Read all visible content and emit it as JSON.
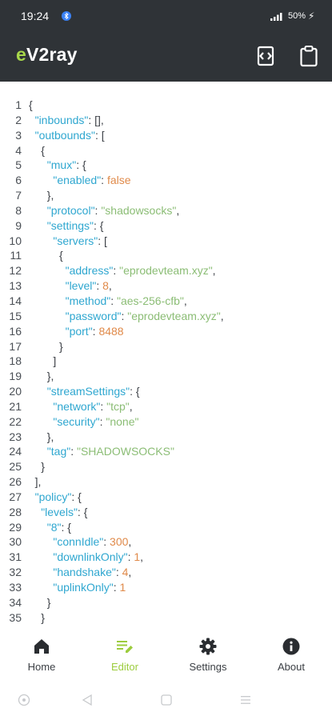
{
  "status": {
    "time": "19:24",
    "battery": "50%"
  },
  "app": {
    "title_accent": "e",
    "title_rest": "V2ray"
  },
  "editor": {
    "lines": [
      {
        "n": "1",
        "i": 0,
        "t": [
          [
            "p",
            "{"
          ]
        ]
      },
      {
        "n": "2",
        "i": 1,
        "t": [
          [
            "k",
            "\"inbounds\""
          ],
          [
            "p",
            ": [],"
          ]
        ]
      },
      {
        "n": "3",
        "i": 1,
        "t": [
          [
            "k",
            "\"outbounds\""
          ],
          [
            "p",
            ": ["
          ]
        ]
      },
      {
        "n": "4",
        "i": 2,
        "t": [
          [
            "p",
            "{"
          ]
        ]
      },
      {
        "n": "5",
        "i": 3,
        "t": [
          [
            "k",
            "\"mux\""
          ],
          [
            "p",
            ": {"
          ]
        ]
      },
      {
        "n": "6",
        "i": 4,
        "t": [
          [
            "k",
            "\"enabled\""
          ],
          [
            "p",
            ": "
          ],
          [
            "b",
            "false"
          ]
        ]
      },
      {
        "n": "7",
        "i": 3,
        "t": [
          [
            "p",
            "},"
          ]
        ]
      },
      {
        "n": "8",
        "i": 3,
        "t": [
          [
            "k",
            "\"protocol\""
          ],
          [
            "p",
            ": "
          ],
          [
            "s",
            "\"shadowsocks\""
          ],
          [
            "p",
            ","
          ]
        ]
      },
      {
        "n": "9",
        "i": 3,
        "t": [
          [
            "k",
            "\"settings\""
          ],
          [
            "p",
            ": {"
          ]
        ]
      },
      {
        "n": "10",
        "i": 4,
        "t": [
          [
            "k",
            "\"servers\""
          ],
          [
            "p",
            ": ["
          ]
        ]
      },
      {
        "n": "11",
        "i": 5,
        "t": [
          [
            "p",
            "{"
          ]
        ]
      },
      {
        "n": "12",
        "i": 6,
        "t": [
          [
            "k",
            "\"address\""
          ],
          [
            "p",
            ": "
          ],
          [
            "s",
            "\"eprodevteam.xyz\""
          ],
          [
            "p",
            ","
          ]
        ]
      },
      {
        "n": "13",
        "i": 6,
        "t": [
          [
            "k",
            "\"level\""
          ],
          [
            "p",
            ": "
          ],
          [
            "n",
            "8"
          ],
          [
            "p",
            ","
          ]
        ]
      },
      {
        "n": "14",
        "i": 6,
        "t": [
          [
            "k",
            "\"method\""
          ],
          [
            "p",
            ": "
          ],
          [
            "s",
            "\"aes-256-cfb\""
          ],
          [
            "p",
            ","
          ]
        ]
      },
      {
        "n": "15",
        "i": 6,
        "t": [
          [
            "k",
            "\"password\""
          ],
          [
            "p",
            ": "
          ],
          [
            "s",
            "\"eprodevteam.xyz\""
          ],
          [
            "p",
            ","
          ]
        ]
      },
      {
        "n": "16",
        "i": 6,
        "t": [
          [
            "k",
            "\"port\""
          ],
          [
            "p",
            ": "
          ],
          [
            "n",
            "8488"
          ]
        ]
      },
      {
        "n": "17",
        "i": 5,
        "t": [
          [
            "p",
            "}"
          ]
        ]
      },
      {
        "n": "18",
        "i": 4,
        "t": [
          [
            "p",
            "]"
          ]
        ]
      },
      {
        "n": "19",
        "i": 3,
        "t": [
          [
            "p",
            "},"
          ]
        ]
      },
      {
        "n": "20",
        "i": 3,
        "t": [
          [
            "k",
            "\"streamSettings\""
          ],
          [
            "p",
            ": {"
          ]
        ]
      },
      {
        "n": "21",
        "i": 4,
        "t": [
          [
            "k",
            "\"network\""
          ],
          [
            "p",
            ": "
          ],
          [
            "s",
            "\"tcp\""
          ],
          [
            "p",
            ","
          ]
        ]
      },
      {
        "n": "22",
        "i": 4,
        "t": [
          [
            "k",
            "\"security\""
          ],
          [
            "p",
            ": "
          ],
          [
            "s",
            "\"none\""
          ]
        ]
      },
      {
        "n": "23",
        "i": 3,
        "t": [
          [
            "p",
            "},"
          ]
        ]
      },
      {
        "n": "24",
        "i": 3,
        "t": [
          [
            "k",
            "\"tag\""
          ],
          [
            "p",
            ": "
          ],
          [
            "s",
            "\"SHADOWSOCKS\""
          ]
        ]
      },
      {
        "n": "25",
        "i": 2,
        "t": [
          [
            "p",
            "}"
          ]
        ]
      },
      {
        "n": "26",
        "i": 1,
        "t": [
          [
            "p",
            "],"
          ]
        ]
      },
      {
        "n": "27",
        "i": 1,
        "t": [
          [
            "k",
            "\"policy\""
          ],
          [
            "p",
            ": {"
          ]
        ]
      },
      {
        "n": "28",
        "i": 2,
        "t": [
          [
            "k",
            "\"levels\""
          ],
          [
            "p",
            ": {"
          ]
        ]
      },
      {
        "n": "29",
        "i": 3,
        "t": [
          [
            "k",
            "\"8\""
          ],
          [
            "p",
            ": {"
          ]
        ]
      },
      {
        "n": "30",
        "i": 4,
        "t": [
          [
            "k",
            "\"connIdle\""
          ],
          [
            "p",
            ": "
          ],
          [
            "n",
            "300"
          ],
          [
            "p",
            ","
          ]
        ]
      },
      {
        "n": "31",
        "i": 4,
        "t": [
          [
            "k",
            "\"downlinkOnly\""
          ],
          [
            "p",
            ": "
          ],
          [
            "n",
            "1"
          ],
          [
            "p",
            ","
          ]
        ]
      },
      {
        "n": "32",
        "i": 4,
        "t": [
          [
            "k",
            "\"handshake\""
          ],
          [
            "p",
            ": "
          ],
          [
            "n",
            "4"
          ],
          [
            "p",
            ","
          ]
        ]
      },
      {
        "n": "33",
        "i": 4,
        "t": [
          [
            "k",
            "\"uplinkOnly\""
          ],
          [
            "p",
            ": "
          ],
          [
            "n",
            "1"
          ]
        ]
      },
      {
        "n": "34",
        "i": 3,
        "t": [
          [
            "p",
            "}"
          ]
        ]
      },
      {
        "n": "35",
        "i": 2,
        "t": [
          [
            "p",
            "}"
          ]
        ]
      }
    ]
  },
  "nav": {
    "home": "Home",
    "editor": "Editor",
    "settings": "Settings",
    "about": "About"
  },
  "colors": {
    "appbar": "#2f3337",
    "accent": "#a7d74a",
    "json_key": "#2fa7d0",
    "json_string": "#8bbd75",
    "json_number": "#e08a4a"
  },
  "icons": [
    "bluetooth-icon",
    "signal-icon",
    "code-format-icon",
    "clipboard-icon",
    "home-icon",
    "editor-icon",
    "settings-gear-icon",
    "about-info-icon",
    "recent-apps-icon",
    "back-icon",
    "home-circle-icon",
    "menu-icon"
  ]
}
